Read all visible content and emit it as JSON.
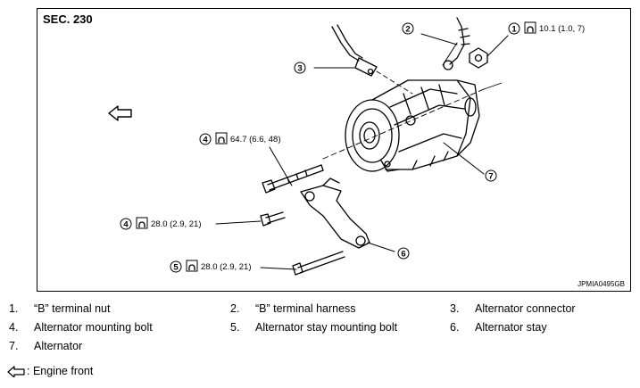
{
  "figure": {
    "section": "SEC. 230",
    "code": "JPMIA0495GB",
    "callouts": [
      {
        "num": "1",
        "torque": "10.1 (1.0, 7)"
      },
      {
        "num": "2",
        "torque": ""
      },
      {
        "num": "3",
        "torque": ""
      },
      {
        "num": "4",
        "torque": "64.7 (6.6, 48)"
      },
      {
        "num": "4",
        "torque": "28.0 (2.9, 21)"
      },
      {
        "num": "5",
        "torque": "28.0 (2.9, 21)"
      },
      {
        "num": "6",
        "torque": ""
      },
      {
        "num": "7",
        "torque": ""
      }
    ]
  },
  "legend": [
    {
      "num": "1.",
      "label": "“B” terminal nut"
    },
    {
      "num": "2.",
      "label": "“B” terminal harness"
    },
    {
      "num": "3.",
      "label": "Alternator connector"
    },
    {
      "num": "4.",
      "label": "Alternator mounting bolt"
    },
    {
      "num": "5.",
      "label": "Alternator stay mounting bolt"
    },
    {
      "num": "6.",
      "label": "Alternator stay"
    },
    {
      "num": "7.",
      "label": "Alternator"
    }
  ],
  "engine_front": ": Engine front"
}
